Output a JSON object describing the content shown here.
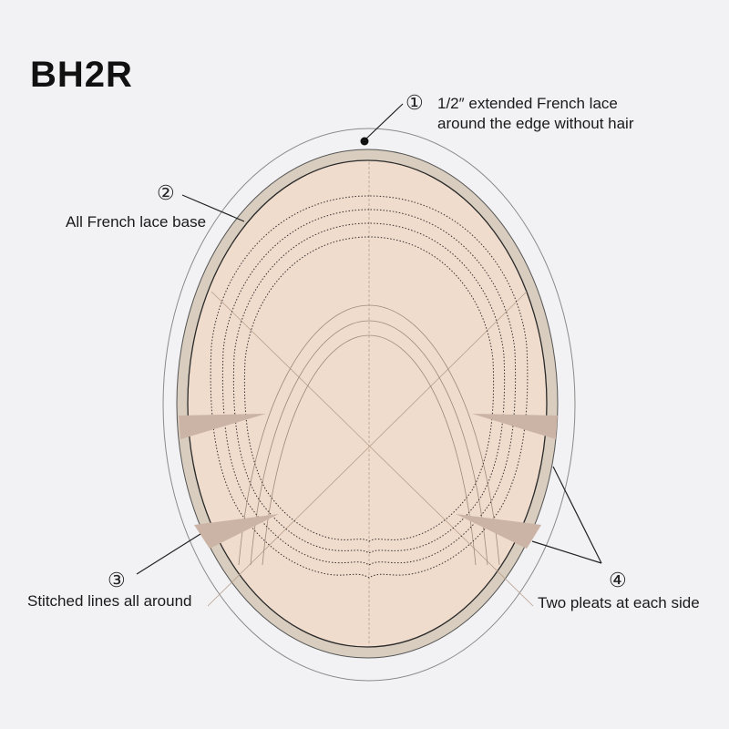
{
  "title": "BH2R",
  "colors": {
    "background": "#f2f2f4",
    "band": "#d8cdbf",
    "base": "#efdccd",
    "pleat": "#cbb3a5"
  },
  "callouts": [
    {
      "number": "①",
      "lines": [
        "1/2″ extended French lace",
        "around the edge without hair"
      ]
    },
    {
      "number": "②",
      "lines": [
        "All French lace base"
      ]
    },
    {
      "number": "③",
      "lines": [
        "Stitched lines all around"
      ]
    },
    {
      "number": "④",
      "lines": [
        "Two pleats at each side"
      ]
    }
  ]
}
